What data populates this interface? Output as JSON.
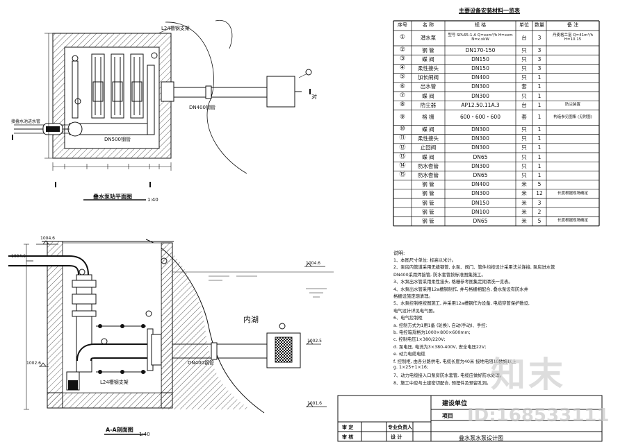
{
  "plan": {
    "title": "叠水泵站平面图",
    "scale": "1:40",
    "label_l24": "L24槽钢支架",
    "label_dn500": "DN500钢管",
    "label_dn400": "DN400钢管",
    "label_inlet": "接叠水池进水管",
    "label_side": "对"
  },
  "section": {
    "title": "A-A剖面图",
    "scale": "1:40",
    "label_lake": "内湖",
    "label_l24": "L24槽钢支架",
    "label_dn400": "DN400钢管",
    "elev_top": "1004.6",
    "elev_water": "1004.6",
    "elev_right": "1002.5",
    "elev_bottom": "1001.6",
    "elev_left": "1002.6",
    "elev_left_top": "1004.6"
  },
  "equipment": {
    "title": "主要设备安装材料一览表",
    "headers": [
      "序号",
      "名 称",
      "规 格",
      "单位",
      "数量",
      "备 注"
    ],
    "rows": [
      {
        "no": "①",
        "name": "潜水泵",
        "spec": "型号 SPL65-1-A Q=xxm³/h H=xxm N=x.xkW",
        "unit": "台",
        "qty": "3",
        "note": "丹麦格兰富 Q=41m³/h H=10.15"
      },
      {
        "no": "②",
        "name": "钢 管",
        "spec": "DN170-150",
        "unit": "只",
        "qty": "3",
        "note": ""
      },
      {
        "no": "③",
        "name": "蝶 阀",
        "spec": "DN150",
        "unit": "只",
        "qty": "3",
        "note": ""
      },
      {
        "no": "④",
        "name": "柔性接头",
        "spec": "DN150",
        "unit": "只",
        "qty": "3",
        "note": ""
      },
      {
        "no": "⑤",
        "name": "加长闸阀",
        "spec": "DN400",
        "unit": "只",
        "qty": "1",
        "note": ""
      },
      {
        "no": "⑥",
        "name": "出水管",
        "spec": "DN300",
        "unit": "套",
        "qty": "1",
        "note": ""
      },
      {
        "no": "⑦",
        "name": "蝶 阀",
        "spec": "DN300",
        "unit": "只",
        "qty": "1",
        "note": ""
      },
      {
        "no": "⑧",
        "name": "防尘器",
        "spec": "AP12.50.11A.3",
        "unit": "台",
        "qty": "1",
        "note": "防尘装置"
      },
      {
        "no": "⑨",
        "name": "格 栅",
        "spec": "600・600・600",
        "unit": "套",
        "qty": "1",
        "note": "构造参见图集 (见附图)"
      },
      {
        "no": "⑩",
        "name": "蝶 阀",
        "spec": "DN300",
        "unit": "只",
        "qty": "1",
        "note": ""
      },
      {
        "no": "⑪",
        "name": "柔性接头",
        "spec": "DN300",
        "unit": "只",
        "qty": "1",
        "note": ""
      },
      {
        "no": "⑫",
        "name": "止回阀",
        "spec": "DN300",
        "unit": "只",
        "qty": "1",
        "note": ""
      },
      {
        "no": "⑬",
        "name": "蝶 阀",
        "spec": "DN65",
        "unit": "只",
        "qty": "1",
        "note": ""
      },
      {
        "no": "⑭",
        "name": "防水套管",
        "spec": "DN300",
        "unit": "只",
        "qty": "1",
        "note": ""
      },
      {
        "no": "⑮",
        "name": "防水套管",
        "spec": "DN65",
        "unit": "只",
        "qty": "1",
        "note": ""
      },
      {
        "no": "",
        "name": "钢 管",
        "spec": "DN400",
        "unit": "米",
        "qty": "5",
        "note": ""
      },
      {
        "no": "",
        "name": "钢 管",
        "spec": "DN300",
        "unit": "米",
        "qty": "12",
        "note": "长度根据现场确定"
      },
      {
        "no": "",
        "name": "钢 管",
        "spec": "DN150",
        "unit": "米",
        "qty": "3",
        "note": ""
      },
      {
        "no": "",
        "name": "钢 管",
        "spec": "DN100",
        "unit": "米",
        "qty": "2",
        "note": ""
      },
      {
        "no": "",
        "name": "钢 管",
        "spec": "DN65",
        "unit": "米",
        "qty": "5",
        "note": "长度根据现场确定"
      }
    ]
  },
  "notes": {
    "title": "说明:",
    "lines": [
      "1、本图尺寸单位: 标高以米计。",
      "2、泵房内管道采用无缝钢管, 水泵、阀门、管件均按设计采用法兰连接, 泵房进水管",
      "DN400采用焊接管, 防水套管按标准图集施工。",
      "3、水泵出水管采用柔性接头, 格栅参考图集定期清洗一览表。",
      "4、水泵出水管采用12a槽钢制作, 并与格栅相配合, 叠水泵设有防水井",
      "格栅设施定期清理。",
      "5、水泵控制柜按图施工, 并采用12a槽钢作为设备, 电缆穿管保护敷设,",
      "电气设计详见电气图。",
      "6、电气控制柜",
      "a. 控制方式为1用1备 (轮换), 自动(手动)、手控;",
      "b. 电控箱规格为1000×800×600mm;",
      "c. 控制电压1×380/220V;",
      "d. 泵电压, 电流为3×380-400V, 安全电压22V;",
      "e. 动力电缆电缆",
      "f. 控制柜, 由各分路供电, 电缆长度为40米 接地电阻10欧姆以上",
      "g. 1×25+1×16;",
      "7、动力电缆接入口泵房防水套管, 电缆应做好防水处理。",
      "8、施工中应与土建密切配合, 预埋件及预留孔洞。"
    ]
  },
  "titleblock": {
    "unit_label": "建设单位",
    "project_label": "项目",
    "drawing_title": "叠水泵水泵设计图",
    "row1_a": "审 定",
    "row1_b": "专业负责人",
    "row2_a": "审 核",
    "row2_b": "设 计"
  },
  "watermark": {
    "logo": "知末",
    "id": "ID:168533111"
  }
}
